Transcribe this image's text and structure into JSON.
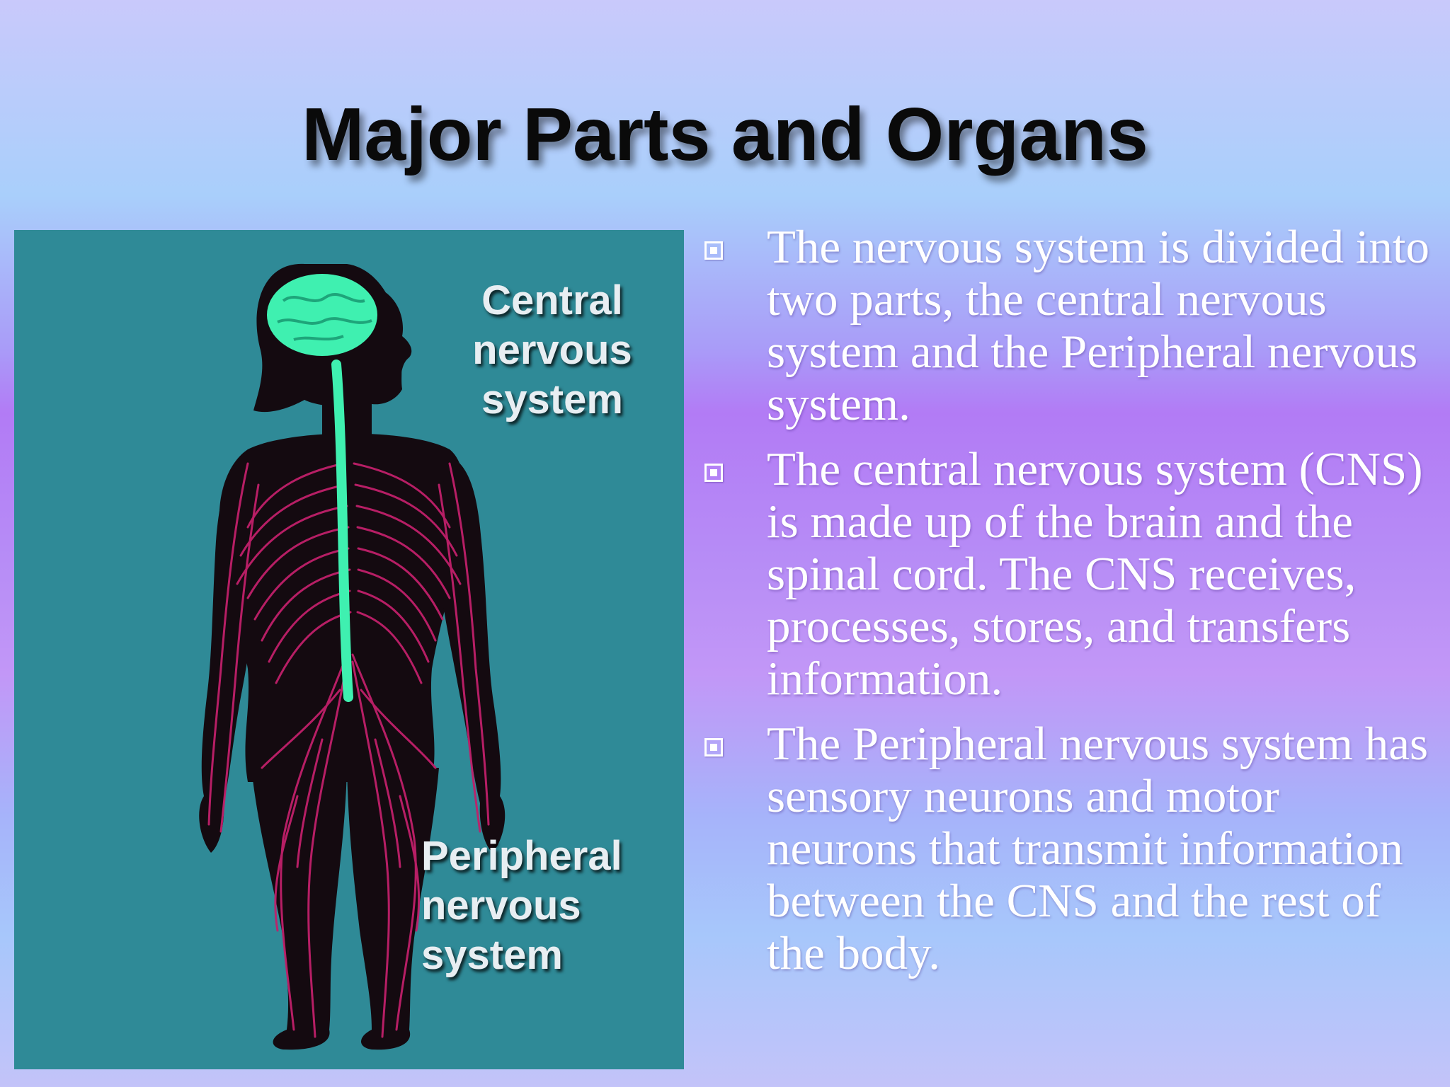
{
  "slide": {
    "title": "Major Parts and Organs"
  },
  "illustration": {
    "cns_label": "Central\nnervous\nsystem",
    "pns_label": "Peripheral\nnervous\nsystem",
    "colors": {
      "background": "#2f8a97",
      "body": "#140a10",
      "brain": "#3ff0b0",
      "nerves": "#c0206a"
    }
  },
  "bullets": [
    {
      "text": "The nervous system is divided into two parts, the central nervous system and the Peripheral nervous system."
    },
    {
      "text": "The central nervous system (CNS) is made up of the brain and the spinal cord. The CNS receives, processes, stores, and transfers information."
    },
    {
      "text": "The Peripheral nervous system has sensory neurons and motor neurons that transmit information between the CNS and the rest of the body."
    }
  ],
  "bullet_icon": "boxed-square-bullet-icon"
}
